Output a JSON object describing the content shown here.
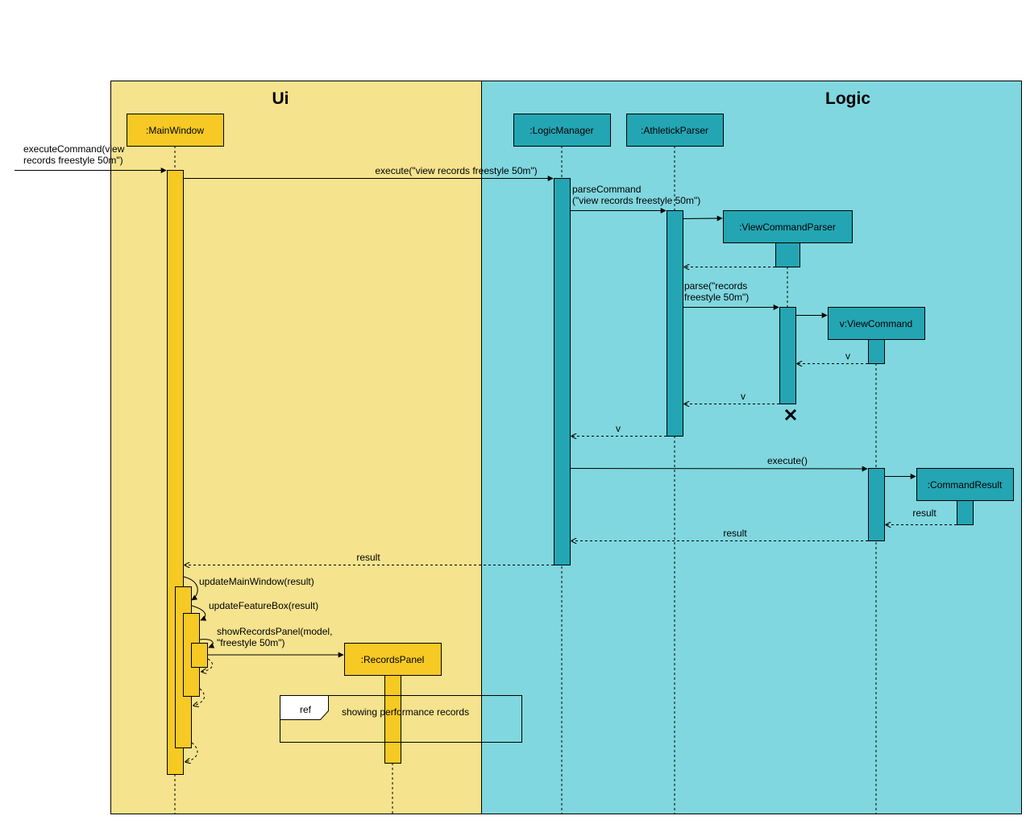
{
  "partitions": {
    "ui": {
      "title": "Ui",
      "color": "#f5e38e"
    },
    "logic": {
      "title": "Logic",
      "color": "#80d7df"
    }
  },
  "participants": {
    "main_window": ":MainWindow",
    "logic_manager": ":LogicManager",
    "athletick_parser": ":AthletickParser",
    "view_command_parser": ":ViewCommandParser",
    "view_command": "v:ViewCommand",
    "command_result": ":CommandResult",
    "records_panel": ":RecordsPanel"
  },
  "messages": {
    "execute_command_1": "executeCommand(view",
    "execute_command_2": "records freestyle 50m\")",
    "execute": "execute(\"view records freestyle 50m\")",
    "parse_command_1": "parseCommand",
    "parse_command_2": "(\"view records freestyle 50m\")",
    "parse_1": "parse(\"records",
    "parse_2": "freestyle 50m\")",
    "return_v_1": "v",
    "return_v_2": "v",
    "return_v_3": "v",
    "execute_no_args": "execute()",
    "return_result_1": "result",
    "return_result_2": "result",
    "return_result_3": "result",
    "update_main_window": "updateMainWindow(result)",
    "update_feature_box": "updateFeatureBox(result)",
    "show_records_panel_1": "showRecordsPanel(model,",
    "show_records_panel_2": "\"freestyle 50m\")"
  },
  "ref_frame": {
    "tag": "ref",
    "text": "showing performance records"
  },
  "colors": {
    "ui_actor": "#f6c924",
    "logic_actor": "#24a5b3"
  }
}
